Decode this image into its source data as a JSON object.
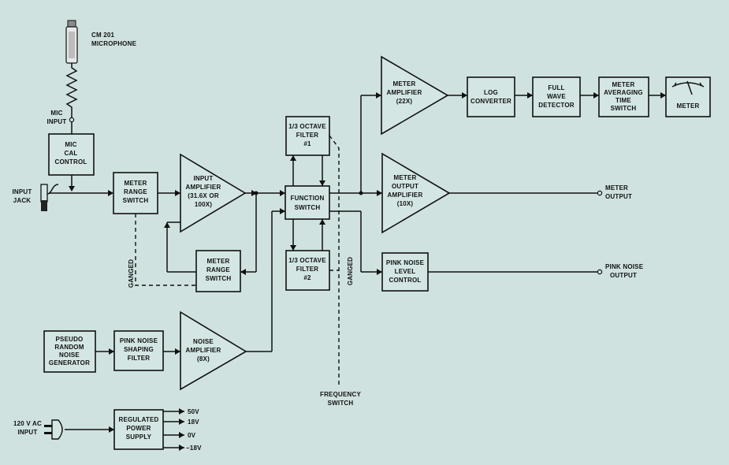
{
  "microphone": {
    "line1": "CM 201",
    "line2": "MICROPHONE"
  },
  "mic_input": [
    "MIC",
    "INPUT"
  ],
  "input_jack": [
    "INPUT",
    "JACK"
  ],
  "blocks": {
    "mic_cal": [
      "MIC",
      "CAL",
      "CONTROL"
    ],
    "meter_range_1": [
      "METER",
      "RANGE",
      "SWITCH"
    ],
    "input_amp": [
      "INPUT",
      "AMPLIFIER",
      "(31.6X OR",
      "100X)"
    ],
    "meter_range_2": [
      "METER",
      "RANGE",
      "SWITCH"
    ],
    "filter1": [
      "1/3 OCTAVE",
      "FILTER",
      "#1"
    ],
    "function_switch": [
      "FUNCTION",
      "SWITCH"
    ],
    "filter2": [
      "1/3 OCTAVE",
      "FILTER",
      "#2"
    ],
    "meter_amp": [
      "METER",
      "AMPLIFIER",
      "(22X)"
    ],
    "log_conv": [
      "LOG",
      "CONVERTER"
    ],
    "full_wave": [
      "FULL",
      "WAVE",
      "DETECTOR"
    ],
    "averaging": [
      "METER",
      "AVERAGING",
      "TIME",
      "SWITCH"
    ],
    "meter": [
      "METER"
    ],
    "meter_output_amp": [
      "METER",
      "OUTPUT",
      "AMPLIFIER",
      "(10X)"
    ],
    "pink_level": [
      "PINK NOISE",
      "LEVEL",
      "CONTROL"
    ],
    "pseudo": [
      "PSEUDO",
      "RANDOM",
      "NOISE",
      "GENERATOR"
    ],
    "pink_shaping": [
      "PINK NOISE",
      "SHAPING",
      "FILTER"
    ],
    "noise_amp": [
      "NOISE",
      "AMPLIFIER",
      "(8X)"
    ],
    "power_supply": [
      "REGULATED",
      "POWER",
      "SUPPLY"
    ]
  },
  "outputs": {
    "meter_output": [
      "METER",
      "OUTPUT"
    ],
    "pink_output": [
      "PINK NOISE",
      "OUTPUT"
    ]
  },
  "ganged": "GANGED",
  "frequency_switch": [
    "FREQUENCY",
    "SWITCH"
  ],
  "ac_input": [
    "120 V AC",
    "INPUT"
  ],
  "voltages": [
    "50V",
    "18V",
    "0V",
    "−18V"
  ]
}
